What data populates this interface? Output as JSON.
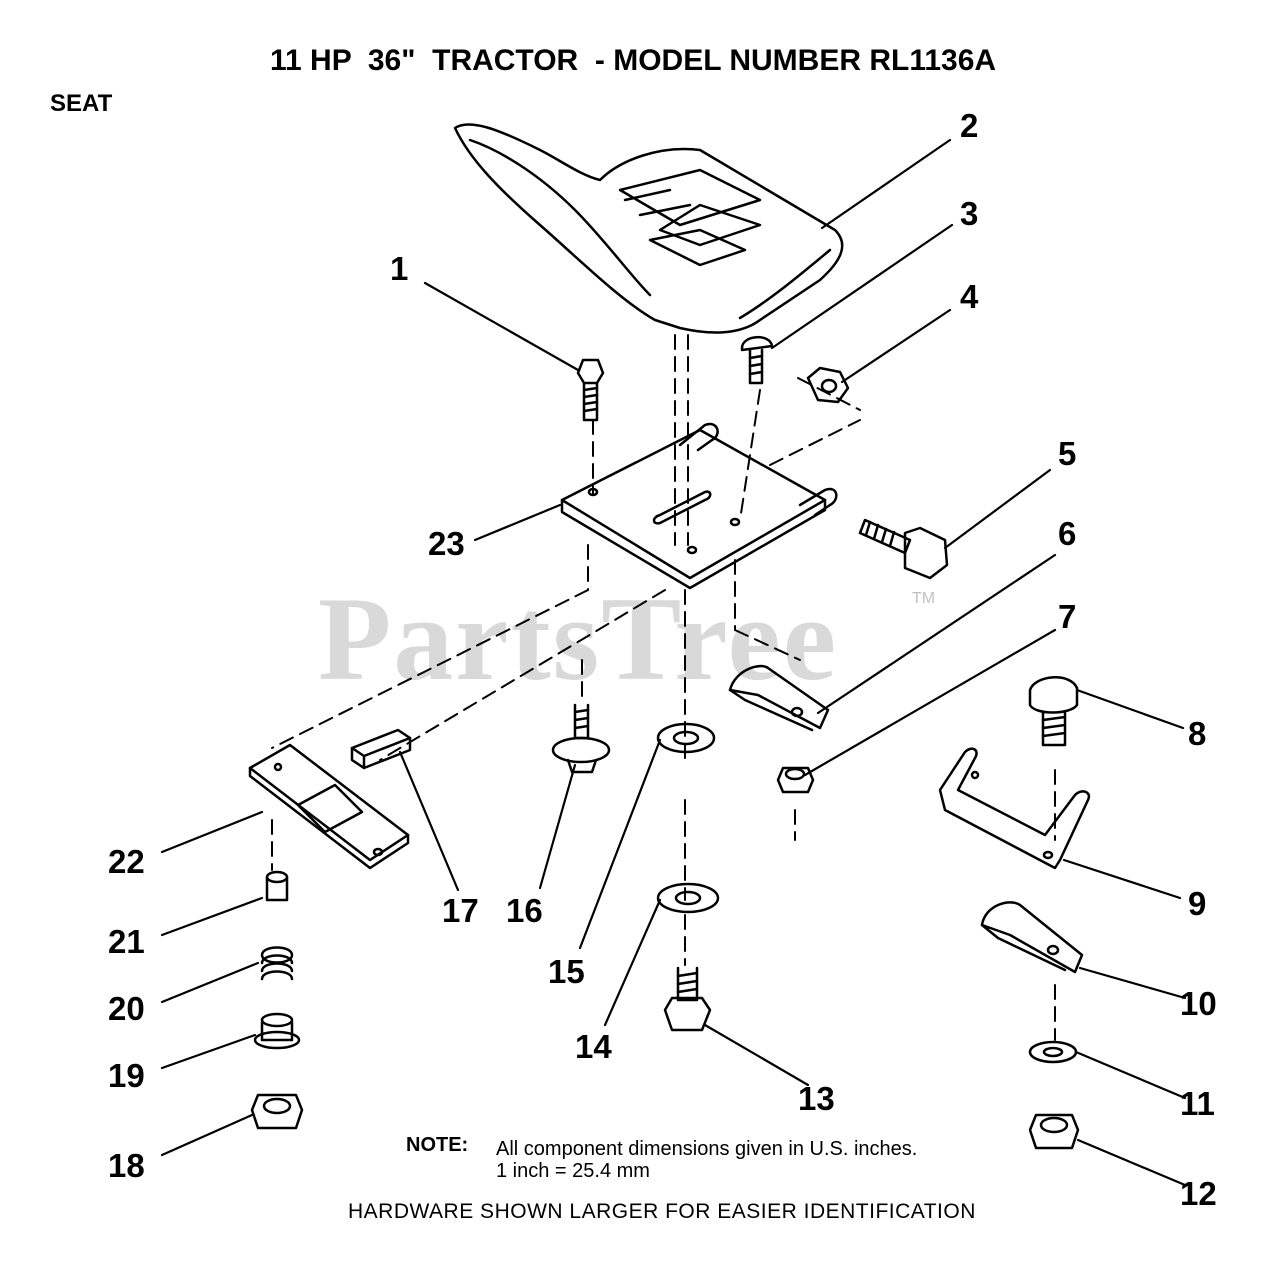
{
  "header": {
    "title": "11 HP  36\"  TRACTOR  - MODEL NUMBER RL1136A",
    "section": "SEAT"
  },
  "watermark": {
    "text": "PartsTree",
    "tm": "TM"
  },
  "callouts": [
    "1",
    "2",
    "3",
    "4",
    "5",
    "6",
    "7",
    "8",
    "9",
    "10",
    "11",
    "12",
    "13",
    "14",
    "15",
    "16",
    "17",
    "18",
    "19",
    "20",
    "21",
    "22",
    "23"
  ],
  "note": {
    "label": "NOTE:",
    "line1": "All component dimensions given in U.S. inches.",
    "line2": "1 inch = 25.4 mm"
  },
  "footer": "HARDWARE SHOWN LARGER FOR EASIER IDENTIFICATION"
}
